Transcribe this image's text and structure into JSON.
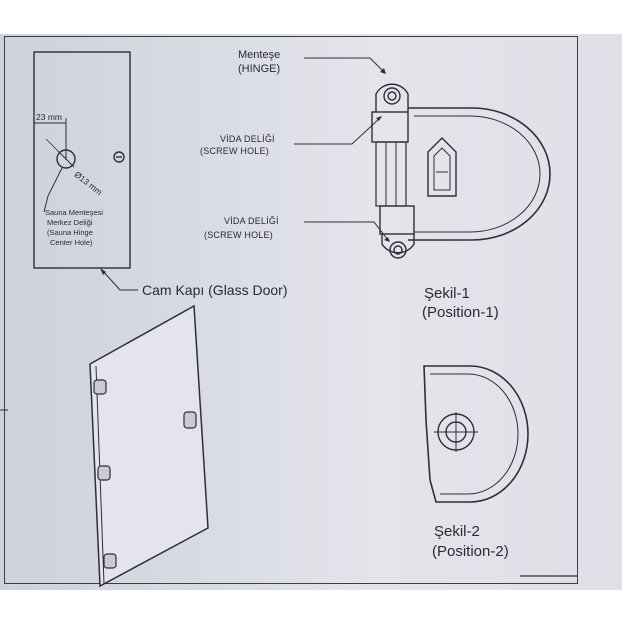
{
  "labels": {
    "hinge_tr": "Menteşe",
    "hinge_en": "(HINGE)",
    "screw1_tr": "VİDA DELİĞİ",
    "screw1_en": "(SCREW HOLE)",
    "screw2_tr": "VİDA DELİĞİ",
    "screw2_en": "(SCREW HOLE)",
    "dim_width": "23 mm",
    "dim_diameter": "Ø13 mm",
    "center_hole_1": "Sauna Menteşesi",
    "center_hole_2": "Merkez Deliği",
    "center_hole_3": "(Sauna Hinge",
    "center_hole_4": "Center Hole)",
    "glass_door": "Cam Kapı (Glass Door)",
    "fig1_title": "Şekil-1",
    "fig1_sub": "(Position-1)",
    "fig2_title": "Şekil-2",
    "fig2_sub": "(Position-2)"
  },
  "colors": {
    "ink": "#2a2a34",
    "paper": "#dcdee5"
  }
}
